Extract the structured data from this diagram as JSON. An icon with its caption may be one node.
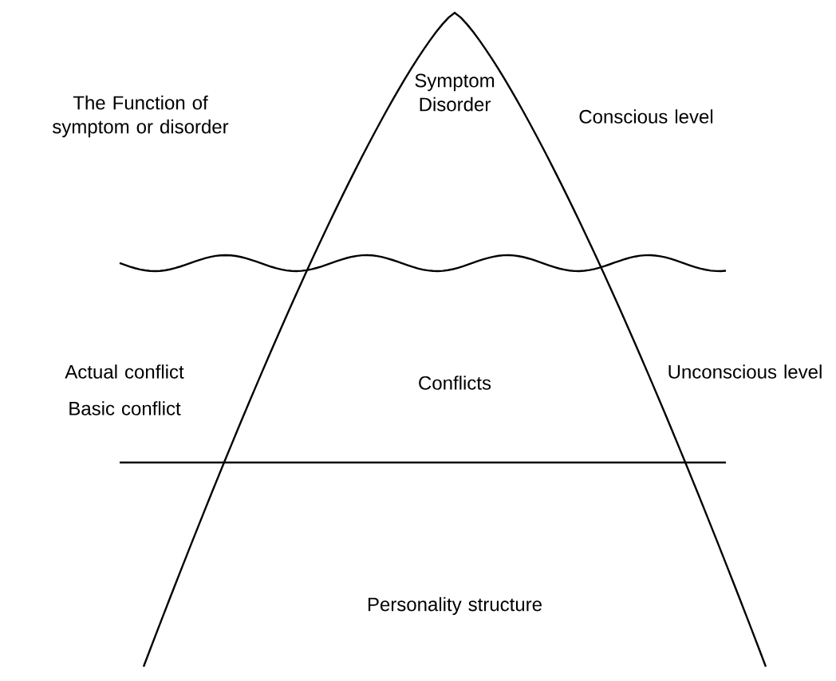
{
  "diagram": {
    "labels": [
      "The Function of symptom or disorder",
      "Symptom Disorder",
      "Conscious level",
      "Actual conflict",
      "Basic conflict",
      "Conflicts",
      "Unconscious level",
      "Personality structure"
    ]
  }
}
